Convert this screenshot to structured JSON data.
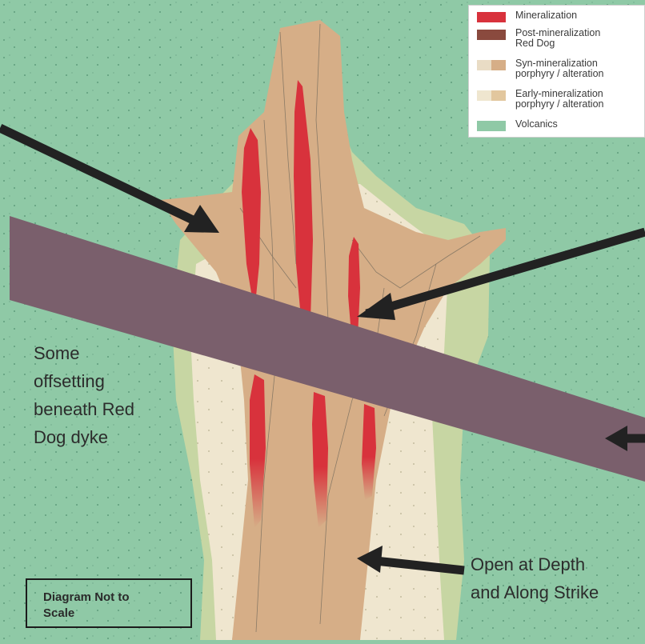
{
  "legend": {
    "items": [
      {
        "label": "Mineralization",
        "colors": [
          "#d8323c"
        ]
      },
      {
        "label": "Post-mineralization\nRed Dog",
        "colors": [
          "#8a4a3e"
        ]
      },
      {
        "label": "Syn-mineralization\nporphyry / alteration",
        "colors": [
          "#e9dcc5",
          "#d6ae87"
        ]
      },
      {
        "label": "Early-mineralization\nporphyry / alteration",
        "colors": [
          "#efe6cf",
          "#e2c79e"
        ]
      },
      {
        "label": "Volcanics",
        "colors": [
          "#8fc9a6"
        ]
      }
    ]
  },
  "annotations": {
    "offset": "Some\noffsetting\nbeneath Red\nDog dyke",
    "depth": "Open at Depth\nand Along Strike"
  },
  "note": "Diagram Not to\nScale",
  "colors": {
    "volcanics": "#8fc9a6",
    "alteration_halo": "#c7d6a3",
    "early_porphyry": "#efe6cf",
    "syn_porphyry": "#d6ae87",
    "mineralization": "#d8323c",
    "dyke": "#7a5f6c",
    "arrow": "#222222"
  }
}
